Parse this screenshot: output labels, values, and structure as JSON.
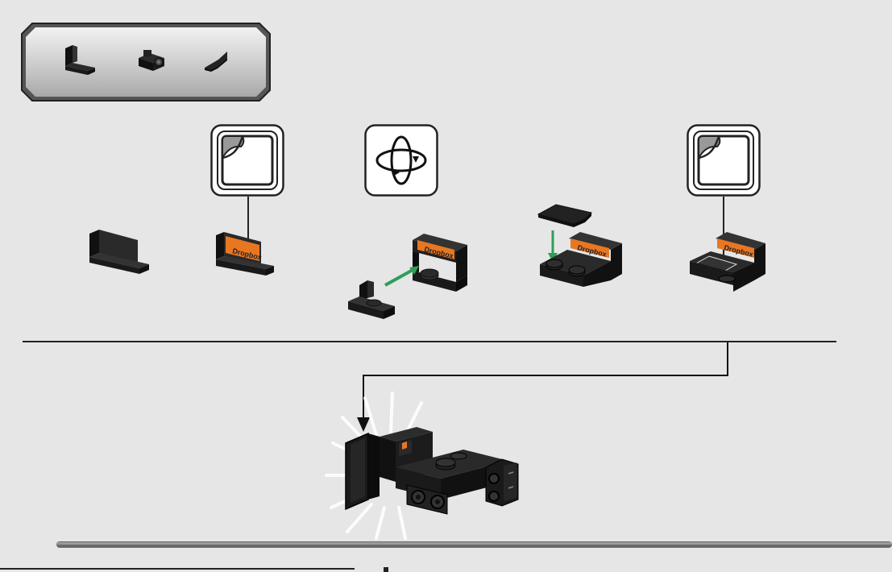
{
  "parts_list": {
    "items": [
      "bracket-part",
      "plate-with-clip-part",
      "wedge-tile-part"
    ]
  },
  "callouts": {
    "sticker_1": "sticker-icon",
    "rotate": "rotate-icon",
    "sticker_2": "sticker-icon"
  },
  "sticker": {
    "label": "Dropbox",
    "color": "#e87722"
  },
  "colors": {
    "background": "#e6e6e6",
    "brick": "#1f1f1f",
    "arrow_green": "#2e9e5a",
    "panel": "#c8c8c8"
  }
}
